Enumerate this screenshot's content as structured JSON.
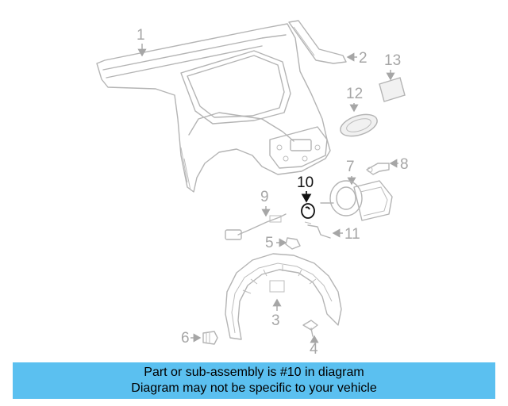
{
  "banner": {
    "line1": "Part or sub-assembly is #10 in diagram",
    "line2": "Diagram may not be specific to your vehicle",
    "background_color": "#5bc0f0"
  },
  "diagram": {
    "highlighted_part": "10",
    "callouts": [
      "1",
      "2",
      "3",
      "4",
      "5",
      "6",
      "7",
      "8",
      "9",
      "10",
      "11",
      "12",
      "13"
    ]
  }
}
